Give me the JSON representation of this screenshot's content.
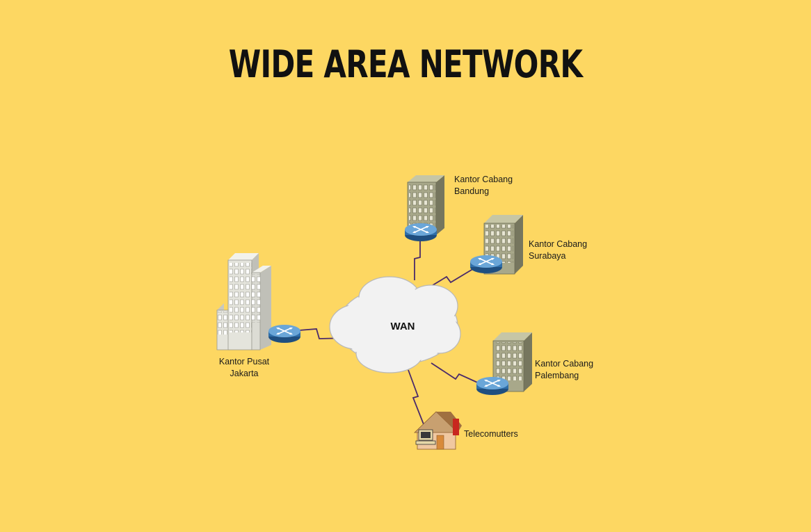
{
  "title": "WIDE AREA NETWORK",
  "wan": {
    "label": "WAN"
  },
  "nodes": {
    "bandung": {
      "line1": "Kantor Cabang",
      "line2": "Bandung"
    },
    "surabaya": {
      "line1": "Kantor Cabang",
      "line2": "Surabaya"
    },
    "jakarta": {
      "line1": "Kantor Pusat",
      "line2": "Jakarta"
    },
    "palembang": {
      "line1": "Kantor Cabang",
      "line2": "Palembang"
    },
    "telecommuters": {
      "line1": "Telecomutters"
    }
  },
  "colors": {
    "background": "#fdd762",
    "building": "#a8a88a",
    "router": "#2f6ea8",
    "link": "#4a2a6a",
    "cloud": "#f2f2f2"
  },
  "icons": [
    "building-icon",
    "router-icon",
    "cloud-icon",
    "house-icon",
    "computer-icon"
  ]
}
